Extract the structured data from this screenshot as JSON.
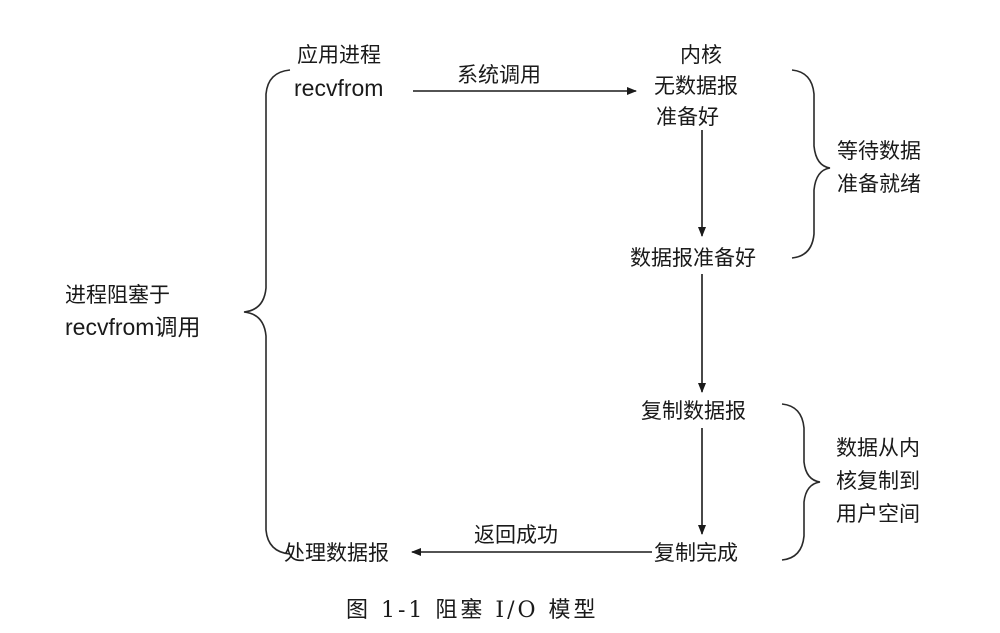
{
  "app": {
    "left_process": {
      "line1": "应用进程",
      "line2": "recvfrom"
    },
    "system_call": "系统调用",
    "kernel": {
      "line1": "内核",
      "line2": "无数据报",
      "line3": "准备好"
    },
    "datagram_ready": "数据报准备好",
    "copy_datagram": "复制数据报",
    "copy_done": "复制完成",
    "return_success": "返回成功",
    "process_datagram": "处理数据报"
  },
  "annotations": {
    "wait": {
      "line1": "等待数据",
      "line2": "准备就绪"
    },
    "copy": {
      "line1": "数据从内",
      "line2": "核复制到",
      "line3": "用户空间"
    },
    "blocked": {
      "line1": "进程阻塞于",
      "line2": "recvfrom调用"
    }
  },
  "caption": "图 1-1    阻塞 I/O 模型"
}
